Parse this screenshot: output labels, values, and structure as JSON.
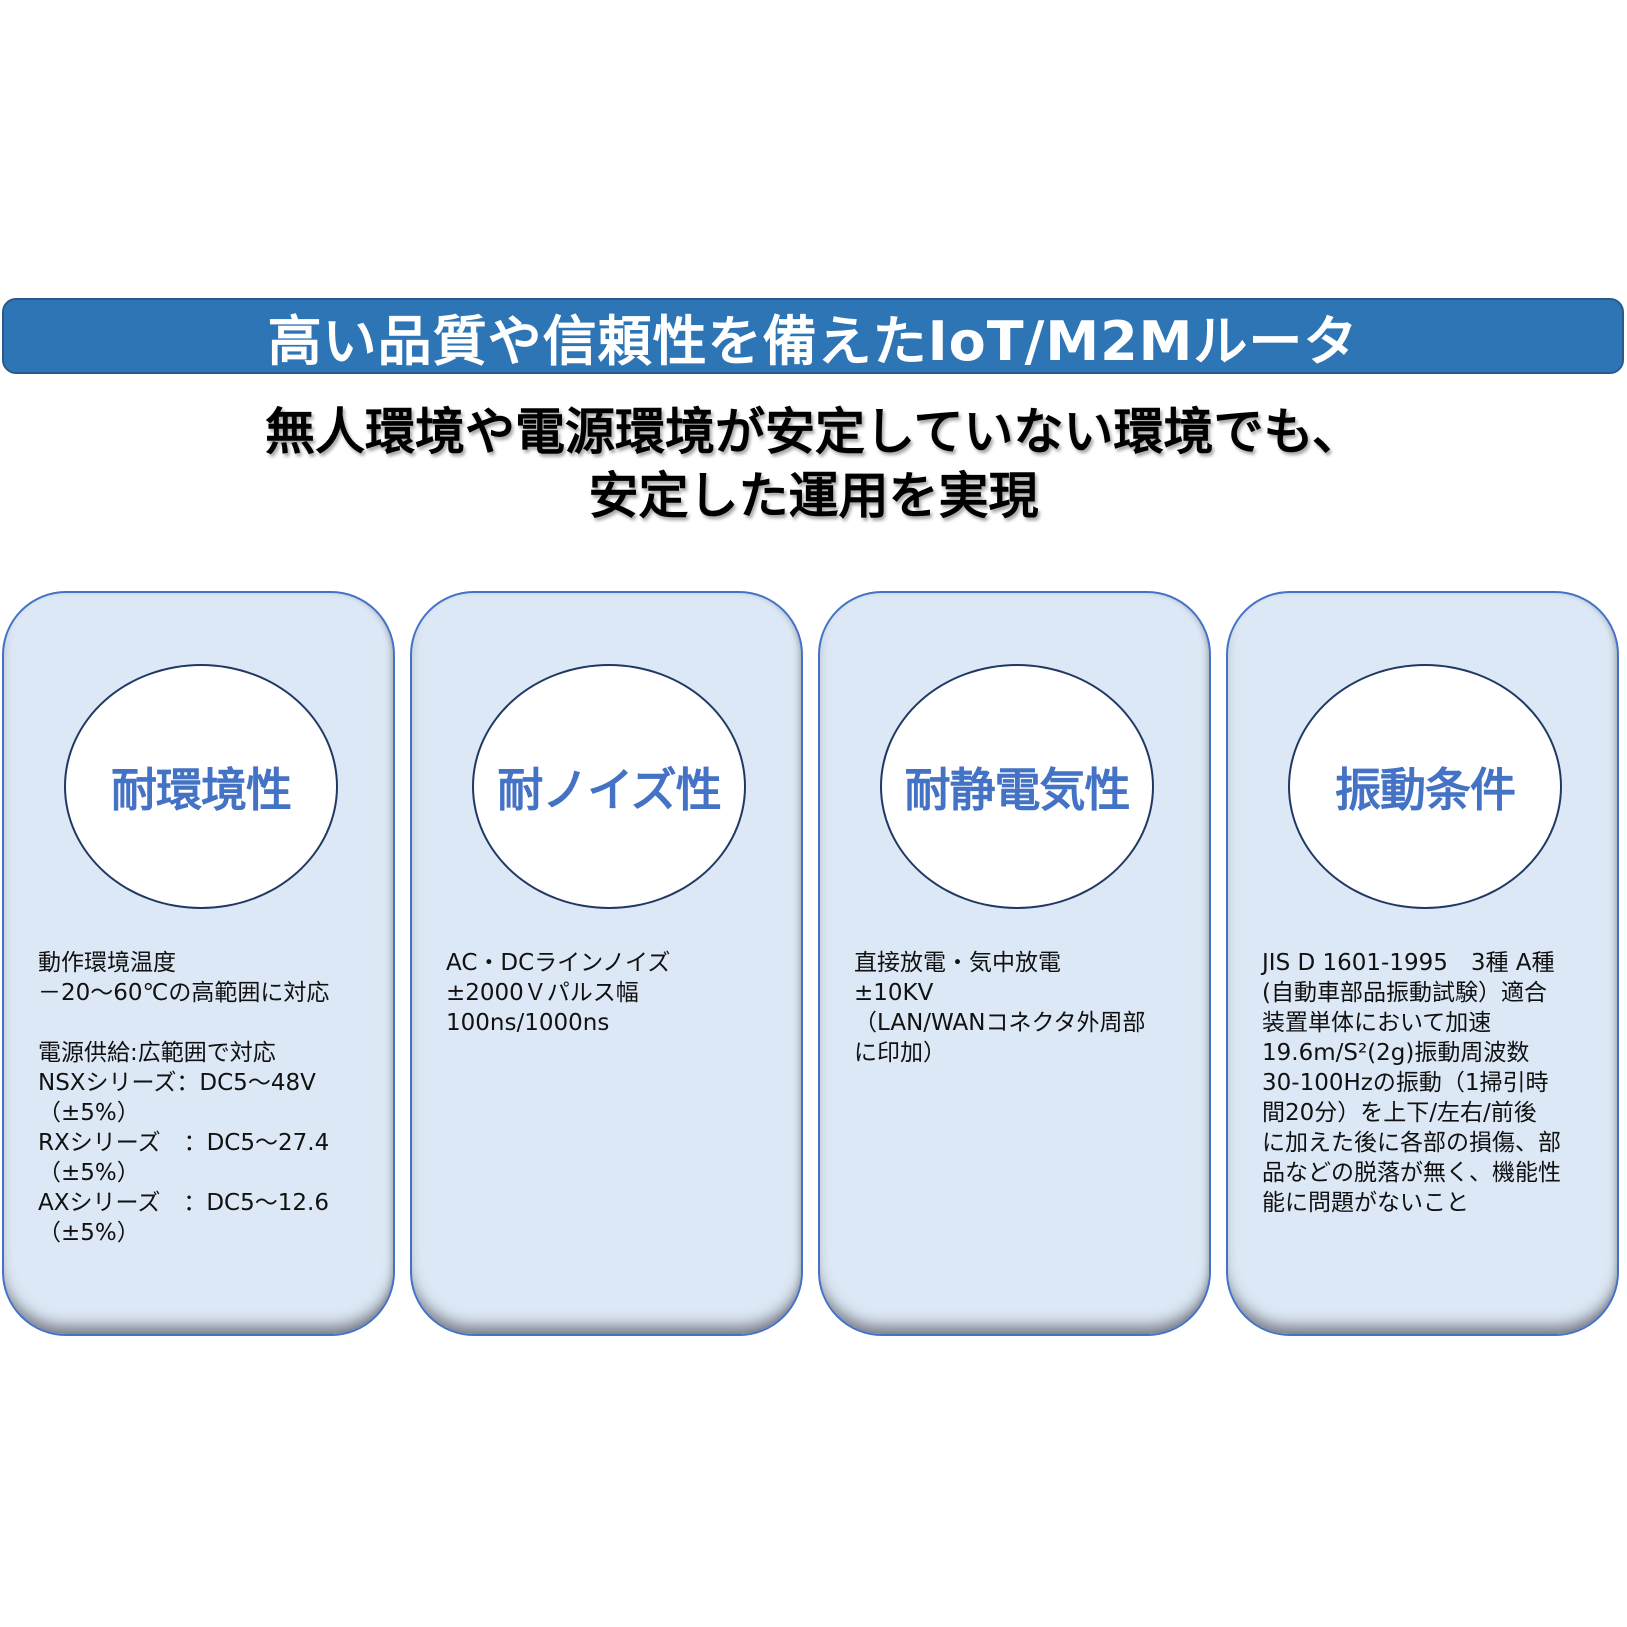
{
  "header": {
    "title": "高い品質や信頼性を備えたIoT/M2Mルータ",
    "title_bg_color": "#2e75b6"
  },
  "subtitle": {
    "line1": "無人環境や電源環境が安定していない環境でも、",
    "line2": "安定した運用を実現"
  },
  "cards": [
    {
      "heading": "耐環境性",
      "lines": [
        "動作環境温度",
        "－20～60℃の高範囲に対応",
        "",
        "電源供給:広範囲で対応",
        "NSXシリーズ：DC5～48V",
        "（±5%）",
        "RXシリーズ　：DC5～27.4",
        "（±5%）",
        "AXシリーズ　：DC5～12.6",
        "（±5%）"
      ]
    },
    {
      "heading": "耐ノイズ性",
      "lines": [
        "AC・DCラインノイズ",
        "±2000Ｖパルス幅",
        "100ns/1000ns"
      ]
    },
    {
      "heading": "耐静電気性",
      "lines": [
        "直接放電・気中放電",
        "±10KV",
        "（LAN/WANコネクタ外周部",
        "に印加）"
      ]
    },
    {
      "heading": "振動条件",
      "lines": [
        "JIS D 1601-1995　3種 A種",
        "(自動車部品振動試験）適合",
        "装置単体において加速",
        "19.6m/S²(2g)振動周波数",
        "30-100Hzの振動（1掃引時",
        "間20分）を上下/左右/前後",
        "に加えた後に各部の損傷、部",
        "品などの脱落が無く、機能性",
        "能に問題がないこと"
      ]
    }
  ],
  "colors": {
    "accent_blue": "#4472c4",
    "card_fill": "#dce8f5",
    "ellipse_border": "#203864"
  }
}
